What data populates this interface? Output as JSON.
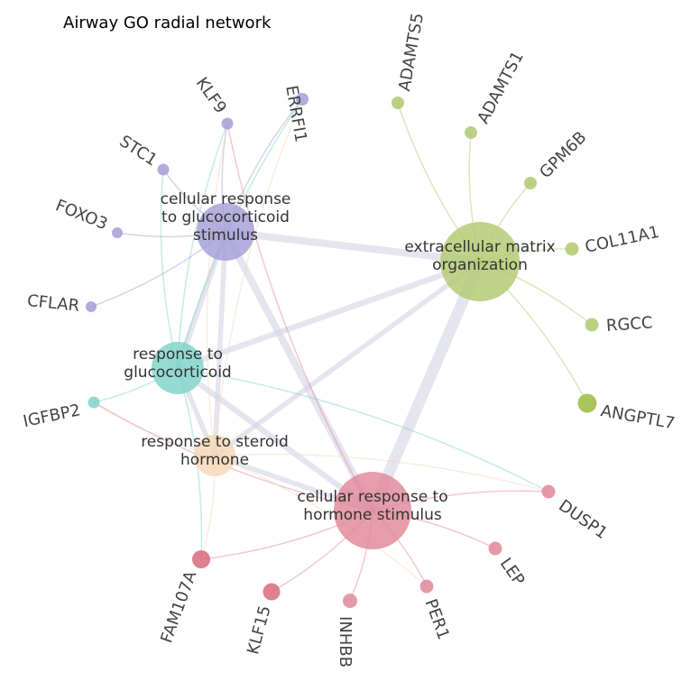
{
  "title": "Airway GO radial network",
  "categories": [
    {
      "id": "glucocorticoid_stim",
      "lines": [
        "cellular response",
        "to glucocorticoid",
        "stimulus"
      ],
      "color": "#a59fd7",
      "size": 16
    },
    {
      "id": "ecm",
      "lines": [
        "extracellular matrix",
        "organization"
      ],
      "color": "#b2c970",
      "size": 31
    },
    {
      "id": "resp_glucocorticoid",
      "lines": [
        "response to",
        "glucocorticoid"
      ],
      "color": "#7fd3c8",
      "size": 11
    },
    {
      "id": "steroid",
      "lines": [
        "response to steroid",
        "hormone"
      ],
      "color": "#f7d7b5",
      "size": 8
    },
    {
      "id": "hormone_stim",
      "lines": [
        "cellular response to",
        "hormone stimulus"
      ],
      "color": "#e1889a",
      "size": 34
    }
  ],
  "genes": [
    {
      "name": "ERRFI1",
      "color": "#a59fd7",
      "category": "glucocorticoid_stim"
    },
    {
      "name": "KLF9",
      "color": "#a59fd7",
      "category": "glucocorticoid_stim"
    },
    {
      "name": "STC1",
      "color": "#a59fd7",
      "category": "glucocorticoid_stim"
    },
    {
      "name": "FOXO3",
      "color": "#a59fd7",
      "category": "glucocorticoid_stim"
    },
    {
      "name": "CFLAR",
      "color": "#a59fd7",
      "category": "glucocorticoid_stim"
    },
    {
      "name": "ADAMTS5",
      "color": "#b2c970",
      "category": "ecm"
    },
    {
      "name": "ADAMTS1",
      "color": "#b2c970",
      "category": "ecm"
    },
    {
      "name": "GPM6B",
      "color": "#b2c970",
      "category": "ecm"
    },
    {
      "name": "COL11A1",
      "color": "#b2c970",
      "category": "ecm"
    },
    {
      "name": "RGCC",
      "color": "#b2c970",
      "category": "ecm"
    },
    {
      "name": "ANGPTL7",
      "color": "#9bbb3c",
      "category": "ecm"
    },
    {
      "name": "IGFBP2",
      "color": "#7fd3c8",
      "category": "resp_glucocorticoid"
    },
    {
      "name": "DUSP1",
      "color": "#e1889a",
      "category": "hormone_stim"
    },
    {
      "name": "LEP",
      "color": "#e1889a",
      "category": "hormone_stim"
    },
    {
      "name": "PER1",
      "color": "#e1889a",
      "category": "hormone_stim"
    },
    {
      "name": "INHBB",
      "color": "#e1889a",
      "category": "hormone_stim"
    },
    {
      "name": "KLF15",
      "color": "#d9687b",
      "category": "hormone_stim"
    },
    {
      "name": "FAM107A",
      "color": "#d9687b",
      "category": "hormone_stim"
    }
  ],
  "category_links": [
    [
      "glucocorticoid_stim",
      "resp_glucocorticoid"
    ],
    [
      "glucocorticoid_stim",
      "steroid"
    ],
    [
      "glucocorticoid_stim",
      "hormone_stim"
    ],
    [
      "glucocorticoid_stim",
      "ecm"
    ],
    [
      "resp_glucocorticoid",
      "steroid"
    ],
    [
      "resp_glucocorticoid",
      "hormone_stim"
    ],
    [
      "resp_glucocorticoid",
      "ecm"
    ],
    [
      "steroid",
      "hormone_stim"
    ],
    [
      "steroid",
      "ecm"
    ],
    [
      "hormone_stim",
      "ecm"
    ]
  ],
  "gene_links": [
    [
      "ERRFI1",
      "glucocorticoid_stim"
    ],
    [
      "ERRFI1",
      "resp_glucocorticoid"
    ],
    [
      "ERRFI1",
      "steroid"
    ],
    [
      "KLF9",
      "glucocorticoid_stim"
    ],
    [
      "KLF9",
      "resp_glucocorticoid"
    ],
    [
      "KLF9",
      "steroid"
    ],
    [
      "KLF9",
      "hormone_stim"
    ],
    [
      "STC1",
      "glucocorticoid_stim"
    ],
    [
      "STC1",
      "resp_glucocorticoid"
    ],
    [
      "FOXO3",
      "glucocorticoid_stim"
    ],
    [
      "CFLAR",
      "glucocorticoid_stim"
    ],
    [
      "ADAMTS5",
      "ecm"
    ],
    [
      "ADAMTS1",
      "ecm"
    ],
    [
      "GPM6B",
      "ecm"
    ],
    [
      "COL11A1",
      "ecm"
    ],
    [
      "RGCC",
      "ecm"
    ],
    [
      "ANGPTL7",
      "ecm"
    ],
    [
      "IGFBP2",
      "resp_glucocorticoid"
    ],
    [
      "IGFBP2",
      "steroid"
    ],
    [
      "IGFBP2",
      "hormone_stim"
    ],
    [
      "DUSP1",
      "hormone_stim"
    ],
    [
      "DUSP1",
      "resp_glucocorticoid"
    ],
    [
      "DUSP1",
      "steroid"
    ],
    [
      "LEP",
      "hormone_stim"
    ],
    [
      "PER1",
      "hormone_stim"
    ],
    [
      "PER1",
      "steroid"
    ],
    [
      "INHBB",
      "hormone_stim"
    ],
    [
      "KLF15",
      "hormone_stim"
    ],
    [
      "FAM107A",
      "hormone_stim"
    ],
    [
      "FAM107A",
      "resp_glucocorticoid"
    ],
    [
      "FAM107A",
      "steroid"
    ]
  ],
  "category_edge_color": "#d4d4e6"
}
